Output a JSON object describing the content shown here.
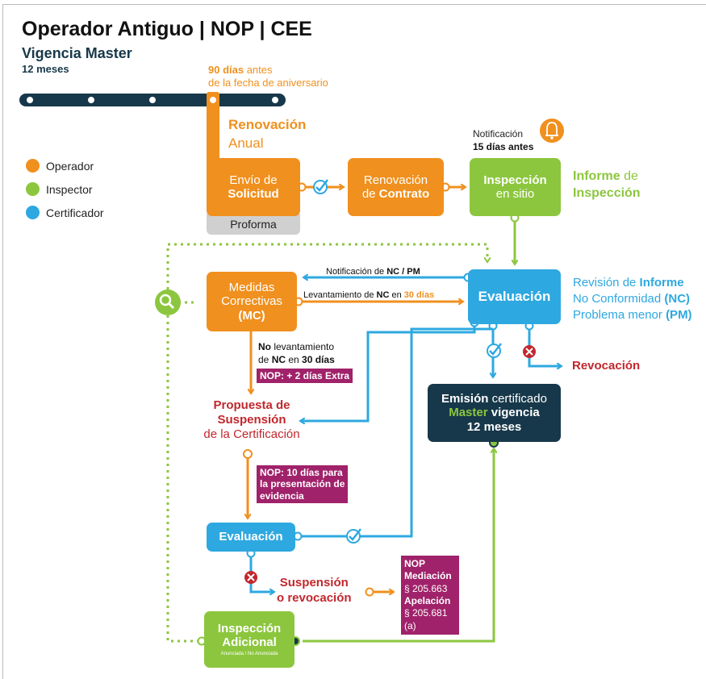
{
  "title": "Operador Antiguo | NOP | CEE",
  "validity": {
    "label": "Vigencia Master",
    "duration": "12 meses"
  },
  "timeline": {
    "days": "90 días",
    "days_suffix": " antes",
    "line2": "de la fecha de aniversario"
  },
  "renewal": {
    "line1": "Renovación",
    "line2": "Anual"
  },
  "legend": [
    {
      "label": "Operador",
      "color": "#F0901E"
    },
    {
      "label": "Inspector",
      "color": "#8CC63E"
    },
    {
      "label": "Certificador",
      "color": "#2EA8E0"
    }
  ],
  "notification": {
    "label": "Notificación",
    "days": "15 días antes",
    "icon": "bell-icon"
  },
  "boxes": {
    "envio": {
      "line1": "Envío de",
      "line2": "Solicitud",
      "footer": "Proforma"
    },
    "renovacion": {
      "line1": "Renovación",
      "line2_pre": "de ",
      "line2_bold": "Contrato"
    },
    "inspeccion": {
      "line1": "Inspección",
      "line2": "en sitio"
    },
    "medidas": {
      "line1": "Medidas",
      "line2": "Correctivas",
      "line3": "(MC)"
    },
    "evaluacion1": {
      "label": "Evaluación"
    },
    "emision": {
      "line1_bold": "Emisión",
      "line1_rest": " certificado",
      "line2_green": "Master",
      "line2_rest": " vigencia",
      "line3": "12 meses"
    },
    "evaluacion2": {
      "label": "Evaluación"
    },
    "adicional": {
      "line1": "Inspección",
      "line2": "Adicional",
      "line3": "Anunciada / No Anunciada"
    }
  },
  "informe": {
    "w1": "Informe",
    "w2": " de",
    "w3": "Inspección"
  },
  "revision": {
    "l1a": "Revisión de ",
    "l1b": "Informe",
    "l2a": "No Conformidad ",
    "l2b": "(NC)",
    "l3a": "Problema menor ",
    "l3b": "(PM)"
  },
  "arrows": {
    "notif_pre": "Notificación de ",
    "notif_bold": "NC / PM",
    "lev_pre": "Levantamiento de ",
    "lev_bold": "NC",
    "lev_mid": " en ",
    "lev_days": "30 días"
  },
  "nolev": {
    "l1a": "No",
    "l1b": " levantamiento",
    "l2a": "de ",
    "l2b": "NC",
    "l2c": " en ",
    "l2d": "30 días"
  },
  "notes": {
    "extra": "NOP: + 2 días Extra",
    "evidence": [
      "NOP: 10 días para",
      "la presentación de",
      "evidencia"
    ],
    "nop_mediacion": "NOP",
    "mediacion": "Mediación",
    "sec1": "§ 205.663",
    "apelacion": "Apelación",
    "sec2": "§ 205.681 (a)"
  },
  "revocacion": "Revocación",
  "propuesta": {
    "l1": "Propuesta de",
    "l2": "Suspensión",
    "l3": "de la Certificación"
  },
  "suspension": {
    "l1": "Suspensión",
    "l2": "o revocación"
  },
  "colors": {
    "orange": "#F0901E",
    "green": "#8CC63E",
    "blue": "#2EA8E0",
    "dark": "#17384A",
    "red": "#C1272D",
    "purple": "#A0226A"
  }
}
